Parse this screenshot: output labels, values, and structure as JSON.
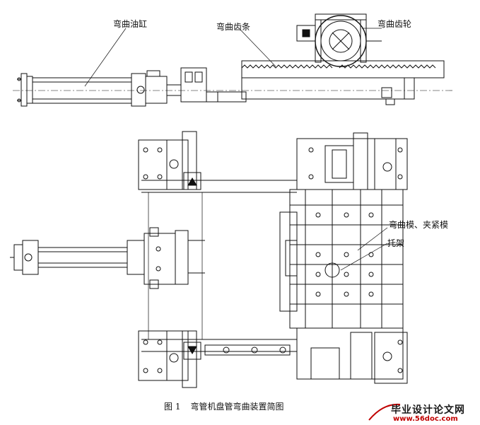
{
  "labels": {
    "bend_cylinder": "弯曲油缸",
    "bend_rack": "弯曲齿条",
    "bend_gear": "弯曲齿轮",
    "bend_clamp_die": "弯曲模、夹紧模",
    "bracket": "托架"
  },
  "caption": {
    "figure_no": "图 1",
    "title": "弯管机盘管弯曲装置简图"
  },
  "watermark": {
    "text": "毕业设计论文网",
    "url": "www.56doc.com"
  },
  "colors": {
    "line": "#111111",
    "watermark_red": "#c00000"
  }
}
